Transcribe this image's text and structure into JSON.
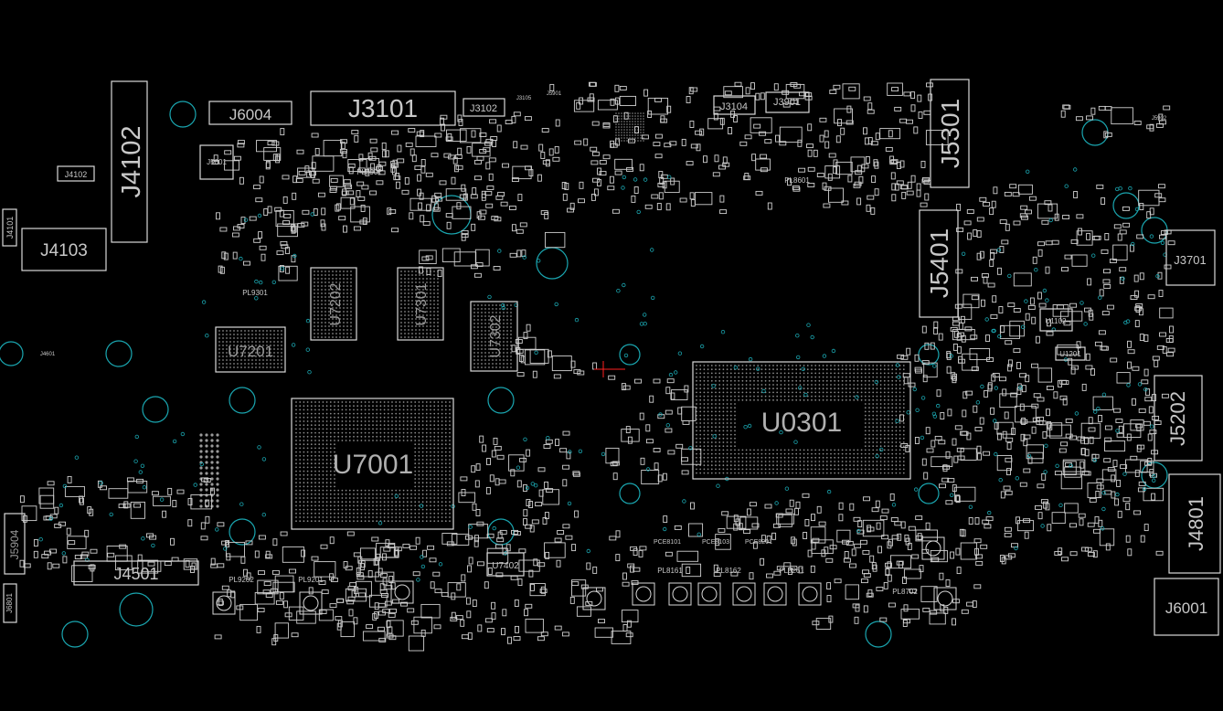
{
  "board": {
    "background": "#000000",
    "outline_color": "#d8d8d8",
    "label_color": "#a0a0a0",
    "hole_color": "#1aa6b0",
    "accent_red": "#ff2020"
  },
  "components": {
    "large": [
      "U7001",
      "U0301"
    ],
    "connectors_large": [
      "J3101",
      "J6004",
      "J4103",
      "J4102_big",
      "J5301",
      "J5401",
      "J5202",
      "J4801",
      "J4501",
      "J6001",
      "J3701"
    ],
    "memory": [
      "U7201",
      "U7202",
      "U7301",
      "U7302"
    ],
    "labels": {
      "U7001": "U7001",
      "U0301": "U0301",
      "J3101": "J3101",
      "J6004": "J6004",
      "J4103": "J4103",
      "J4102_big": "J4102",
      "J4102_small": "J4102",
      "J4101": "J4101",
      "J5301": "J5301",
      "J5401": "J5401",
      "J5202": "J5202",
      "J4801": "J4801",
      "J4501": "J4501",
      "J6001": "J6001",
      "J3701": "J3701",
      "J3102": "J3102",
      "J3104": "J3104",
      "J3901": "J3901",
      "J5001": "J5001",
      "U7201": "U7201",
      "U7202": "U7202",
      "U7301": "U7301",
      "U7302": "U7302",
      "U7402": "U7402",
      "U1102": "U1102",
      "U1201": "U1201",
      "J6801": "J6801",
      "J5904": "J5904",
      "PL9301": "PL9301",
      "PL8901": "PL8901",
      "PL8601": "PL8601",
      "PL8161": "PL8161",
      "PL8162": "PL8162",
      "PL8261": "PL8261",
      "PL8702": "PL8702",
      "PL9202": "PL9202",
      "PL9201": "PL9201",
      "PCE8101": "PCE8101",
      "PCE8103": "PCE8103",
      "PCE8201": "PCE8201",
      "J3105": "J3105",
      "J5901": "J5901",
      "J5902": "J5902",
      "J4601": "J4601"
    }
  }
}
